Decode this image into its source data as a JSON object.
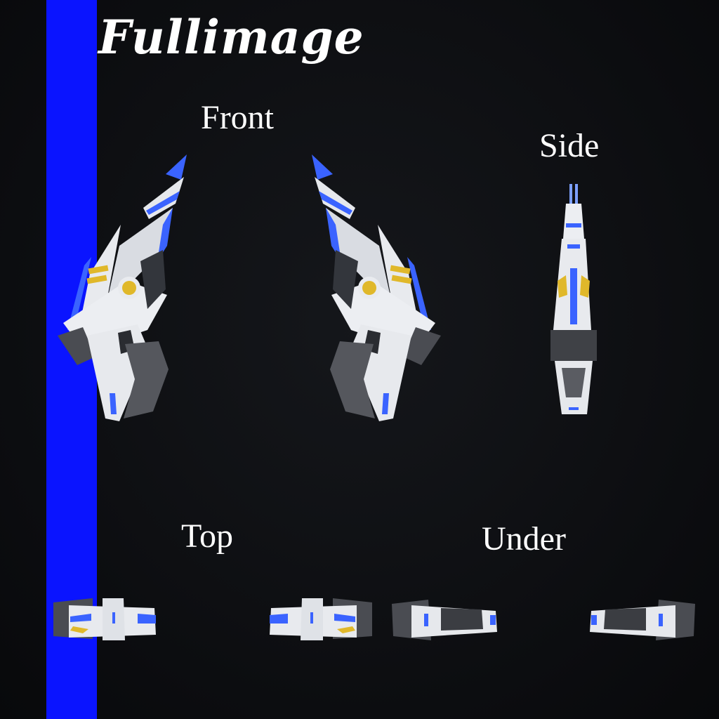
{
  "title": "Fullimage",
  "views": {
    "front": "Front",
    "side": "Side",
    "top": "Top",
    "under": "Under"
  },
  "colors": {
    "accent_bar": "#0a14ff",
    "armor_white": "#e9ebef",
    "armor_blue": "#3a63ff",
    "armor_dark": "#4a4c52",
    "armor_gold": "#e0b82a",
    "background": "#0c0d10"
  }
}
